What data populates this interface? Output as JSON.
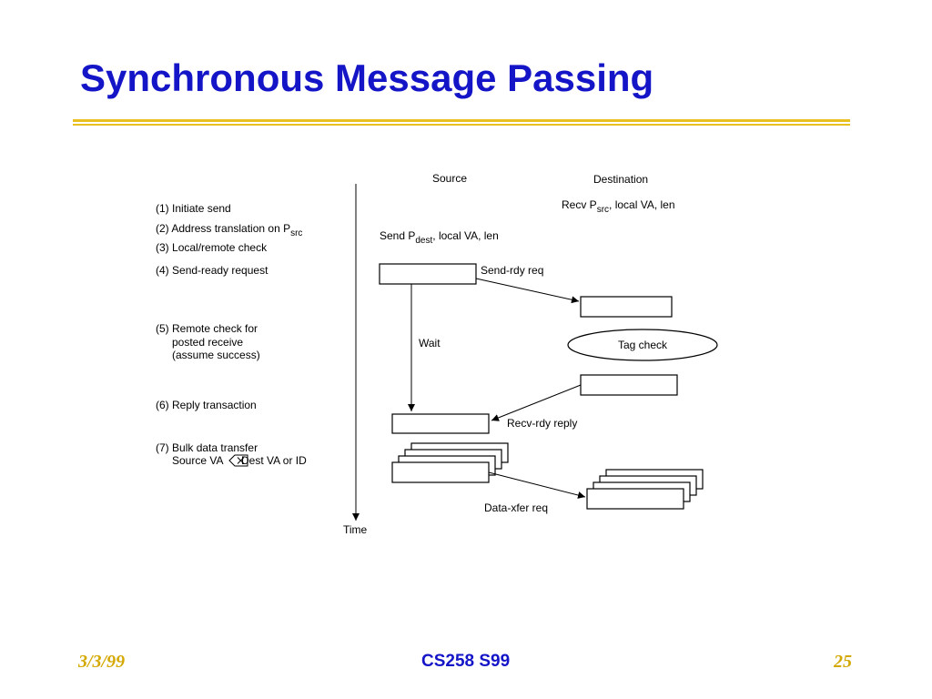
{
  "slide": {
    "title": "Synchronous Message Passing",
    "footer_date": "3/3/99",
    "footer_course": "CS258 S99",
    "footer_page": "25"
  },
  "diagram": {
    "source_label": "Source",
    "destination_label": "Destination",
    "time_label": "Time",
    "steps": [
      {
        "num": "(1)",
        "text": "Initiate send"
      },
      {
        "num": "(2)",
        "text": "Address translation on P",
        "sub": "src"
      },
      {
        "num": "(3)",
        "text": "Local/remote check"
      },
      {
        "num": "(4)",
        "text": "Send-ready request"
      },
      {
        "num": "(5)",
        "lines": [
          "Remote check for",
          "posted receive",
          "(assume success)"
        ]
      },
      {
        "num": "(6)",
        "text": "Reply transaction"
      },
      {
        "num": "(7)",
        "lines": [
          "Bulk data transfer",
          "Source VA",
          "Dest VA or ID"
        ]
      }
    ],
    "recv_call": {
      "prefix": "Recv P",
      "sub": "src",
      "suffix": ", local VA, len"
    },
    "send_call": {
      "prefix": "Send P",
      "sub": "dest",
      "suffix": ", local VA, len"
    },
    "send_rdy_req": "Send-rdy req",
    "wait": "Wait",
    "tag_check": "Tag check",
    "recv_rdy_reply": "Recv-rdy reply",
    "data_xfer_req": "Data-xfer req"
  }
}
